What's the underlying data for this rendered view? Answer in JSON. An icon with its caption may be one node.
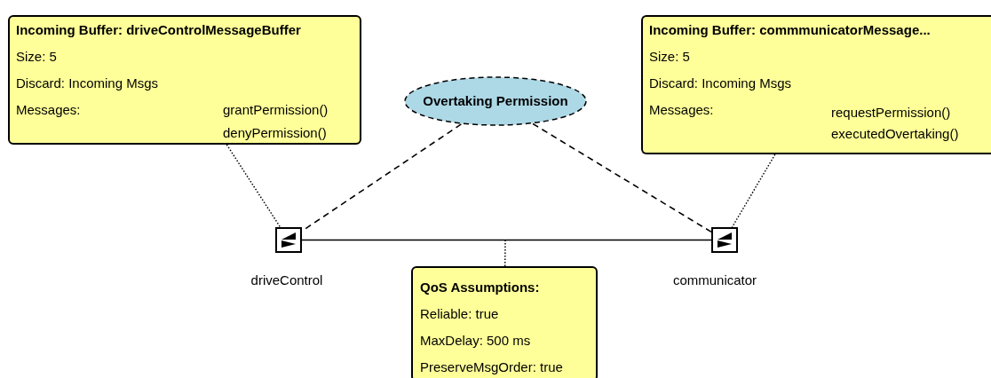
{
  "diagram": {
    "nodes": [
      {
        "text": [
          "Incoming Buffer: driveControlMessageBuffer",
          "Size: 5",
          "Discard: Incoming Msgs",
          "Messages:",
          "grantPermission()",
          "denyPermission()"
        ]
      },
      {
        "text": [
          "Incoming Buffer: commmunicatorMessage...",
          "Size: 5",
          "Discard: Incoming Msgs",
          "Messages:",
          "requestPermission()",
          "executedOvertaking()"
        ]
      },
      {
        "text": [
          "Overtaking Permission"
        ]
      },
      {
        "text": [],
        "shape": "box",
        "beside": [
          "driveControl"
        ]
      },
      {
        "text": [],
        "shape": "box",
        "beside": [
          "communicator"
        ]
      },
      {
        "text": [
          "QoS Assumptions:",
          "Reliable: true",
          "MaxDelay: 500 ms",
          "PreserveMsgOrder: true"
        ]
      }
    ],
    "edges": [
      {
        "from": 0,
        "to": 3,
        "arrow": "none",
        "style": "dashed"
      },
      {
        "from": 1,
        "to": 4,
        "arrow": "none",
        "style": "dashed"
      },
      {
        "from": 3,
        "to": 4,
        "arrow": "none"
      },
      {
        "from": 2,
        "to": 3,
        "arrow": "none",
        "style": "dashed"
      },
      {
        "from": 2,
        "to": 4,
        "arrow": "none",
        "style": "dashed"
      },
      {
        "from": 5,
        "to": null,
        "arrow": "none",
        "style": "dashed"
      }
    ]
  }
}
